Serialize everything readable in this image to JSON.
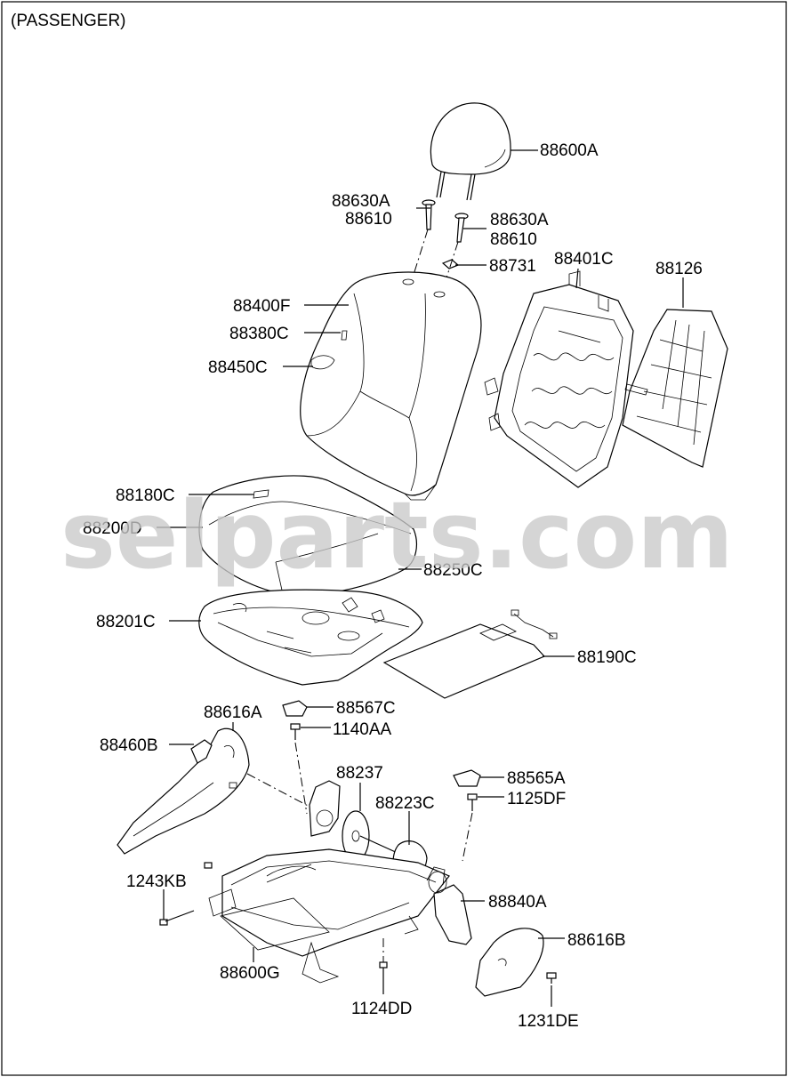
{
  "title": "(PASSENGER)",
  "watermark": "selparts.com",
  "labels": {
    "l88600A": "88600A",
    "l88630A_1": "88630A",
    "l88610_1": "88610",
    "l88630A_2": "88630A",
    "l88610_2": "88610",
    "l88731": "88731",
    "l88401C": "88401C",
    "l88126": "88126",
    "l88400F": "88400F",
    "l88380C": "88380C",
    "l88450C": "88450C",
    "l88180C": "88180C",
    "l88200D": "88200D",
    "l88250C": "88250C",
    "l88201C": "88201C",
    "l88190C": "88190C",
    "l88616A": "88616A",
    "l88567C": "88567C",
    "l1140AA": "1140AA",
    "l88460B": "88460B",
    "l88237": "88237",
    "l88565A": "88565A",
    "l88223C": "88223C",
    "l1125DF": "1125DF",
    "l1243KB": "1243KB",
    "l88840A": "88840A",
    "l88616B": "88616B",
    "l88600G": "88600G",
    "l1124DD": "1124DD",
    "l1231DE": "1231DE"
  }
}
